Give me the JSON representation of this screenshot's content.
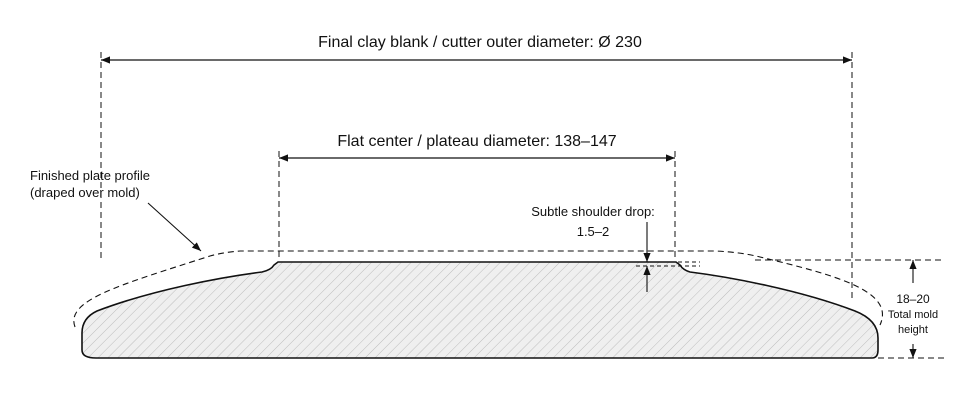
{
  "labels": {
    "outer_diameter": "Final clay blank / cutter outer diameter: Ø 230",
    "plateau_diameter": "Flat center / plateau diameter: 138–147",
    "plate_profile_line1": "Finished plate profile",
    "plate_profile_line2": "(draped over mold)",
    "shoulder_line1": "Subtle shoulder drop:",
    "shoulder_line2": "1.5–2",
    "height_value": "18–20",
    "height_line1": "Total mold",
    "height_line2": "height"
  },
  "colors": {
    "line": "#111111",
    "hatch": "#bdbdbd",
    "fill": "#efefef"
  }
}
